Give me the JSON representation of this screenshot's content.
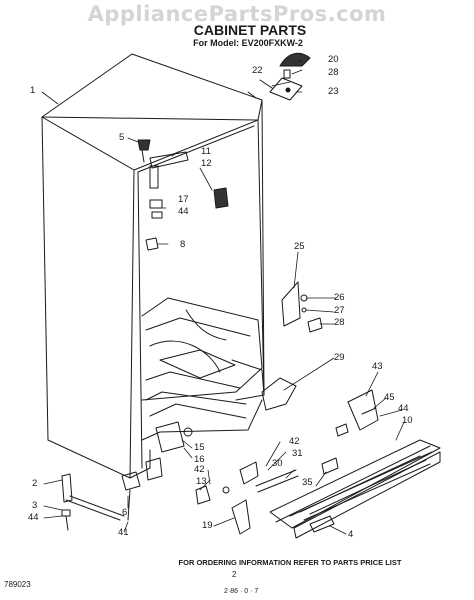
{
  "watermark": "AppliancePartsPros.com",
  "title": "CABINET PARTS",
  "model_line": "For Model: EV200FXKW-2",
  "callouts": {
    "c1": "1",
    "c2": "2",
    "c3": "3",
    "c4": "4",
    "c5": "5",
    "c6": "6",
    "c8": "8",
    "c10": "10",
    "c11": "11",
    "c12": "12",
    "c13": "13",
    "c15": "15",
    "c16": "16",
    "c17": "17",
    "c19": "19",
    "c20": "20",
    "c22": "22",
    "c23": "23",
    "c25": "25",
    "c26": "26",
    "c27": "27",
    "c28a": "28",
    "c28b": "28",
    "c29": "29",
    "c30": "30",
    "c31": "31",
    "c35": "35",
    "c41": "41",
    "c42a": "42",
    "c42b": "42",
    "c43": "43",
    "c44a": "44",
    "c44b": "44",
    "c44c": "44",
    "c45": "45"
  },
  "footer_note": "FOR ORDERING INFORMATION REFER TO PARTS PRICE LIST",
  "doc_code": "789023",
  "page_number": "2",
  "bottom_code": "2·86 · 0 · 7"
}
